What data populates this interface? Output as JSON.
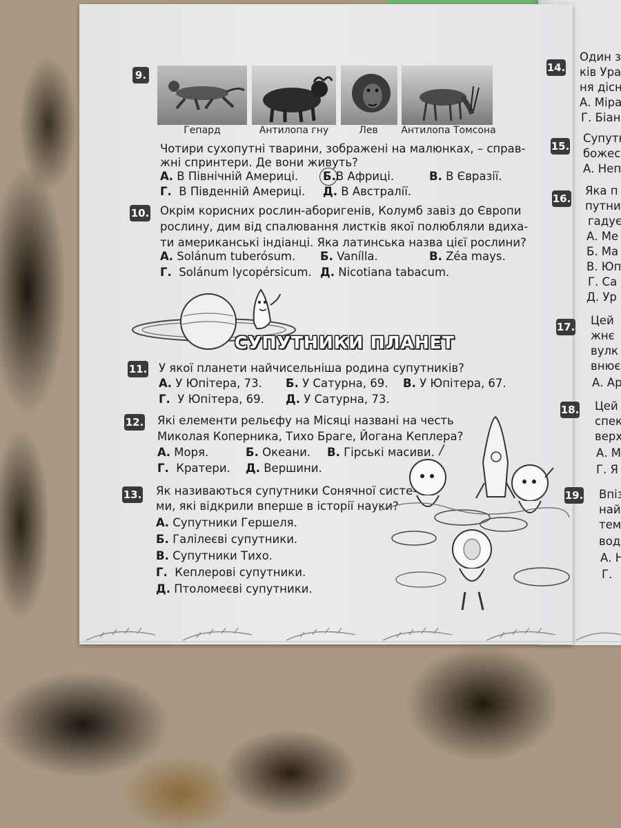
{
  "q9": {
    "num": "9.",
    "captions": [
      "Гепард",
      "Антилопа гну",
      "Лев",
      "Антилопа Томсона"
    ],
    "text1": "Чотири сухопутні тварини, зображені на малюнках, – справ-",
    "text2": "жні спринтери. Де вони живуть?",
    "a": "А.",
    "a_t": "В Північній Америці.",
    "b": "Б.",
    "b_t": "В Африці.",
    "v": "В.",
    "v_t": "В Євразії.",
    "g": "Г.",
    "g_t": "В Південній Америці.",
    "d": "Д.",
    "d_t": "В Австралії."
  },
  "q10": {
    "num": "10.",
    "text1": "Окрім корисних рослин-аборигенів, Колумб завіз до Європи",
    "text2": "рослину, дим від спалювання листків якої полюбляли вдиха-",
    "text3": "ти американські індіанці. Яка латинська назва цієї рослини?",
    "a": "А.",
    "a_t": "Solánum tuberósum.",
    "b": "Б.",
    "b_t": "Vanílla.",
    "v": "В.",
    "v_t": "Zéa mays.",
    "g": "Г.",
    "g_t": "Solánum lycopérsicum.",
    "d": "Д.",
    "d_t": "Nicotiana tabacum."
  },
  "section_title": "СУПУТНИКИ ПЛАНЕТ",
  "q11": {
    "num": "11.",
    "text1": "У якої планети найчисельніша родина супутників?",
    "a": "А.",
    "a_t": "У Юпітера, 73.",
    "b": "Б.",
    "b_t": "У Сатурна, 69.",
    "v": "В.",
    "v_t": "У Юпітера, 67.",
    "g": "Г.",
    "g_t": "У Юпітера, 69.",
    "d": "Д.",
    "d_t": "У Сатурна, 73."
  },
  "q12": {
    "num": "12.",
    "text1": "Які елементи рельєфу на Місяці названі на честь",
    "text2": "Миколая Коперника, Тихо Браге, Йогана Кеплера?",
    "a": "А.",
    "a_t": "Моря.",
    "b": "Б.",
    "b_t": "Океани.",
    "v": "В.",
    "v_t": "Гірські масиви.",
    "g": "Г.",
    "g_t": "Кратери.",
    "d": "Д.",
    "d_t": "Вершини."
  },
  "q13": {
    "num": "13.",
    "text1": "Як називаються супутники Сонячної систе-",
    "text2": "ми, які відкрили вперше в історії науки?",
    "a": "А.",
    "a_t": "Супутники Гершеля.",
    "b": "Б.",
    "b_t": "Галілеєві супутники.",
    "v": "В.",
    "v_t": "Супутники Тихо.",
    "g": "Г.",
    "g_t": "Кеплерові супутники.",
    "d": "Д.",
    "d_t": "Птоломеєві супутники."
  },
  "right_page": {
    "nums": [
      "14.",
      "15.",
      "16.",
      "17.",
      "18.",
      "19."
    ],
    "q14": [
      "Один з",
      "ків Ура",
      "ня дісн",
      "А. Міра",
      "Г. Біан"
    ],
    "q15": [
      "Супутн",
      "божес",
      "А. Неп"
    ],
    "q16": [
      "Яка п",
      "путни",
      "гадує",
      "А. Ме",
      "Б. Ма",
      "В. Юп",
      "Г. Са",
      "Д. Ур"
    ],
    "q17": [
      "Цей",
      "жнє",
      "вулк",
      "внює",
      "А. Ар"
    ],
    "q18": [
      "Цей",
      "спек",
      "верх",
      "А. М",
      "Г. Я"
    ],
    "q19": [
      "Впіз",
      "най",
      "тем",
      "вод",
      "А. Н",
      "Г."
    ]
  }
}
